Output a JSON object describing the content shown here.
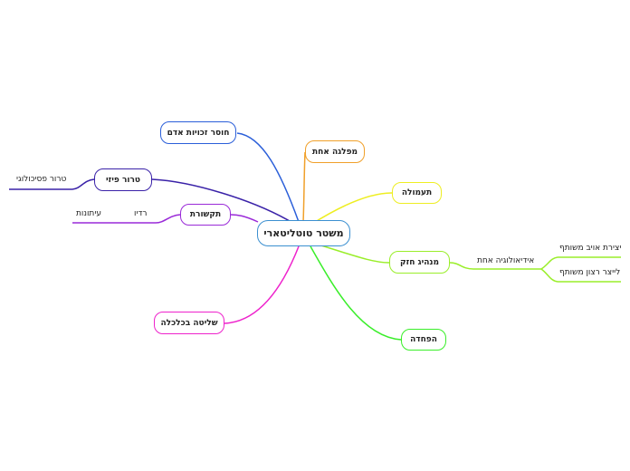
{
  "central": {
    "label": "משטר טוטליטארי",
    "color": "#3b8fd0"
  },
  "branches": [
    {
      "id": "hr",
      "label": "חוסר זכויות אדם",
      "color": "#2b5fd9"
    },
    {
      "id": "party",
      "label": "מפלגה אחת",
      "color": "#f0a02a"
    },
    {
      "id": "prop",
      "label": "תעמולה",
      "color": "#eeee22"
    },
    {
      "id": "terror",
      "label": "טרור פיזי",
      "color": "#3a22a8"
    },
    {
      "id": "media",
      "label": "תקשורת",
      "color": "#9a2ad8"
    },
    {
      "id": "leader",
      "label": "מנהיג חזק",
      "color": "#9aee2a"
    },
    {
      "id": "econ",
      "label": "שליטה בכלכלה",
      "color": "#ee22cc"
    },
    {
      "id": "fear",
      "label": "הפחדה",
      "color": "#3aee2a"
    }
  ],
  "leaves": {
    "psych": "טרור פסיכולוגי",
    "radio": "רדיו",
    "papers": "עיתונות",
    "ideology": "אידיאולוגיה אחת",
    "enemy": "יצירת אויב משותף",
    "will": "לייצר רצון משותף"
  }
}
